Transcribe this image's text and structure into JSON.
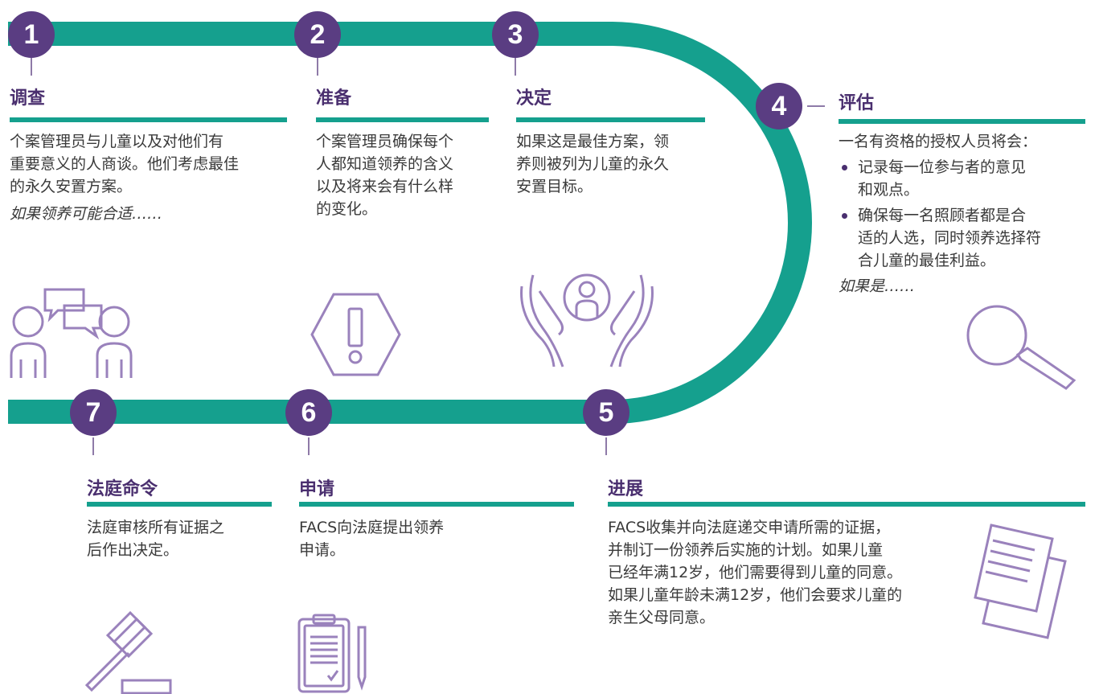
{
  "colors": {
    "track": "#15a08e",
    "circle": "#5a3d82",
    "title": "#4a2f6f",
    "icon": "#9a82bc"
  },
  "steps": [
    {
      "num": "1",
      "title": "调查",
      "lines": [
        "个案管理员与儿童以及对他们有",
        "重要意义的人商谈。他们考虑最佳",
        "的永久安置方案。"
      ],
      "italic": "如果领养可能合适……",
      "icon": "conversation-icon"
    },
    {
      "num": "2",
      "title": "准备",
      "lines": [
        "个案管理员确保每个",
        "人都知道领养的含义",
        "以及将来会有什么样",
        "的变化。"
      ],
      "icon": "warning-hexagon-icon"
    },
    {
      "num": "3",
      "title": "决定",
      "lines": [
        "如果这是最佳方案，领",
        "养则被列为儿童的永久",
        "安置目标。"
      ],
      "icon": "hands-holding-child-icon"
    },
    {
      "num": "4",
      "title": "评估",
      "intro": "一名有资格的授权人员将会：",
      "bullets": [
        [
          "记录每一位参与者的意见",
          "和观点。"
        ],
        [
          "确保每一名照顾者都是合",
          "适的人选，同时领养选择符",
          "合儿童的最佳利益。"
        ]
      ],
      "italic": "如果是……",
      "icon": "magnifier-icon"
    },
    {
      "num": "5",
      "title": "进展",
      "lines": [
        "FACS收集并向法庭递交申请所需的证据，",
        "并制订一份领养后实施的计划。如果儿童",
        "已经年满12岁，他们需要得到儿童的同意。",
        "如果儿童年龄未满12岁，他们会要求儿童的",
        "亲生父母同意。"
      ],
      "icon": "documents-icon"
    },
    {
      "num": "6",
      "title": "申请",
      "lines": [
        "FACS向法庭提出领养",
        "申请。"
      ],
      "icon": "clipboard-icon"
    },
    {
      "num": "7",
      "title": "法庭命令",
      "lines": [
        "法庭审核所有证据之",
        "后作出决定。"
      ],
      "icon": "gavel-icon"
    }
  ]
}
